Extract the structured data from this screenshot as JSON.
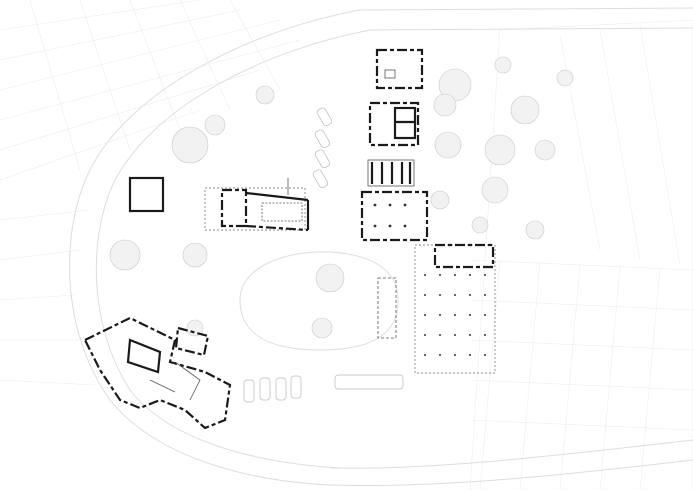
{
  "drawing": {
    "type": "site-plan",
    "colors": {
      "background": "#ffffff",
      "walls": "#1a1a1a",
      "context_lines": "#e4e4e4",
      "trees": "#f2f2f2"
    },
    "elements": [
      "curved-road",
      "agricultural-fields",
      "central-green",
      "small-pavilion",
      "long-barn",
      "north-buildings",
      "central-hall",
      "open-shed-grid",
      "farmhouse-cluster",
      "parked-cars",
      "tree-clusters"
    ]
  }
}
